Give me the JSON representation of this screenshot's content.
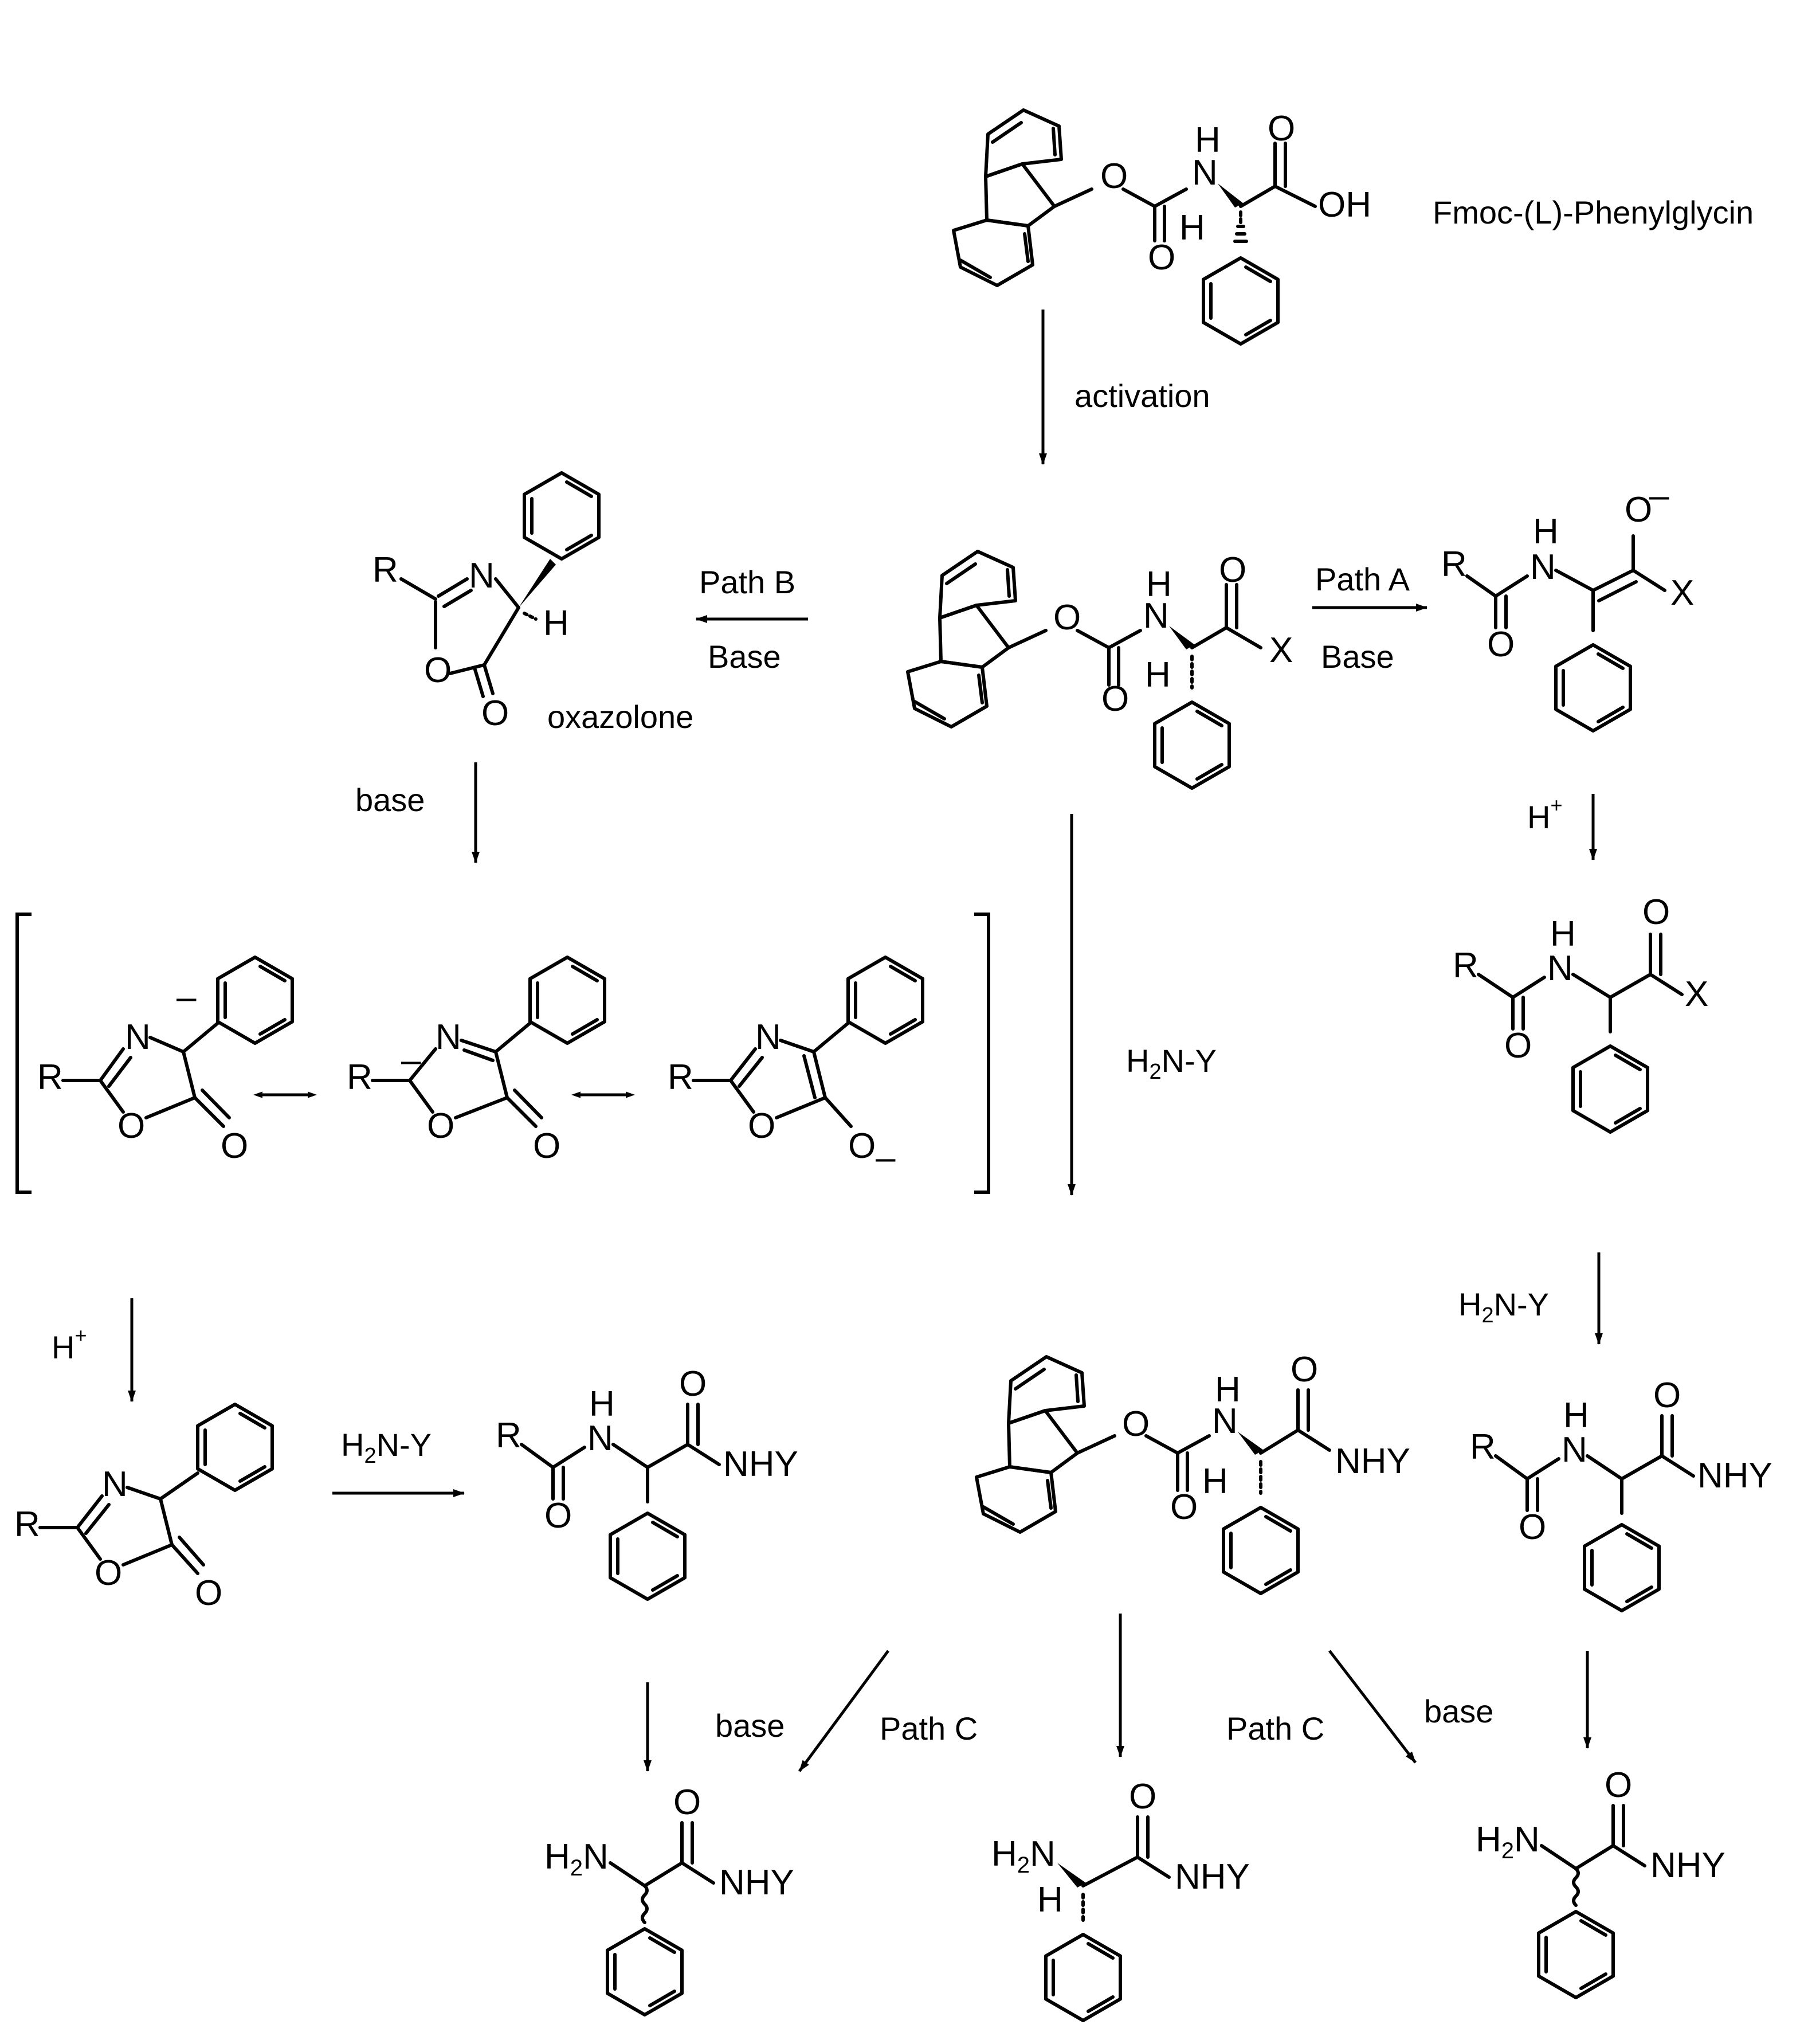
{
  "colors": {
    "ink": "#000000",
    "background": "#ffffff"
  },
  "labels": {
    "compound_name": "Fmoc-(L)-Phenylglycin",
    "activation": "activation",
    "path_b": "Path B",
    "path_b_base": "Base",
    "path_a": "Path A",
    "path_a_base": "Base",
    "oxazolone": "oxazolone",
    "base_oxazolone": "base",
    "h_plus_right": "H",
    "h_plus_right_sup": "+",
    "h_plus_left": "H",
    "h_plus_left_sup": "+",
    "h2ny_center_a": "H",
    "h2ny_center_b": "2",
    "h2ny_center_c": "N-Y",
    "h2ny_right_a": "H",
    "h2ny_right_b": "2",
    "h2ny_right_c": "N-Y",
    "h2ny_left_a": "H",
    "h2ny_left_b": "2",
    "h2ny_left_c": "N-Y",
    "base_bottom_left": "base",
    "path_c_left": "Path C",
    "path_c_right": "Path C",
    "base_bottom_right": "base"
  },
  "atoms": {
    "O": "O",
    "OH": "OH",
    "N": "N",
    "H": "H",
    "X": "X",
    "R": "R",
    "NHY": "NHY",
    "H2N_H": "H",
    "H2N_2": "2",
    "H2N_N": "N",
    "minus": "–"
  }
}
